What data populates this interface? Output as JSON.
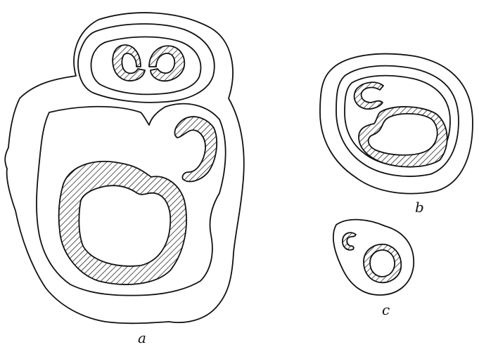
{
  "figure": {
    "panels": [
      {
        "id": "a",
        "label": "a"
      },
      {
        "id": "b",
        "label": "b"
      },
      {
        "id": "c",
        "label": "c"
      }
    ],
    "colors": {
      "line": "#111111",
      "background": "#ffffff",
      "hatch": "#111111"
    }
  }
}
